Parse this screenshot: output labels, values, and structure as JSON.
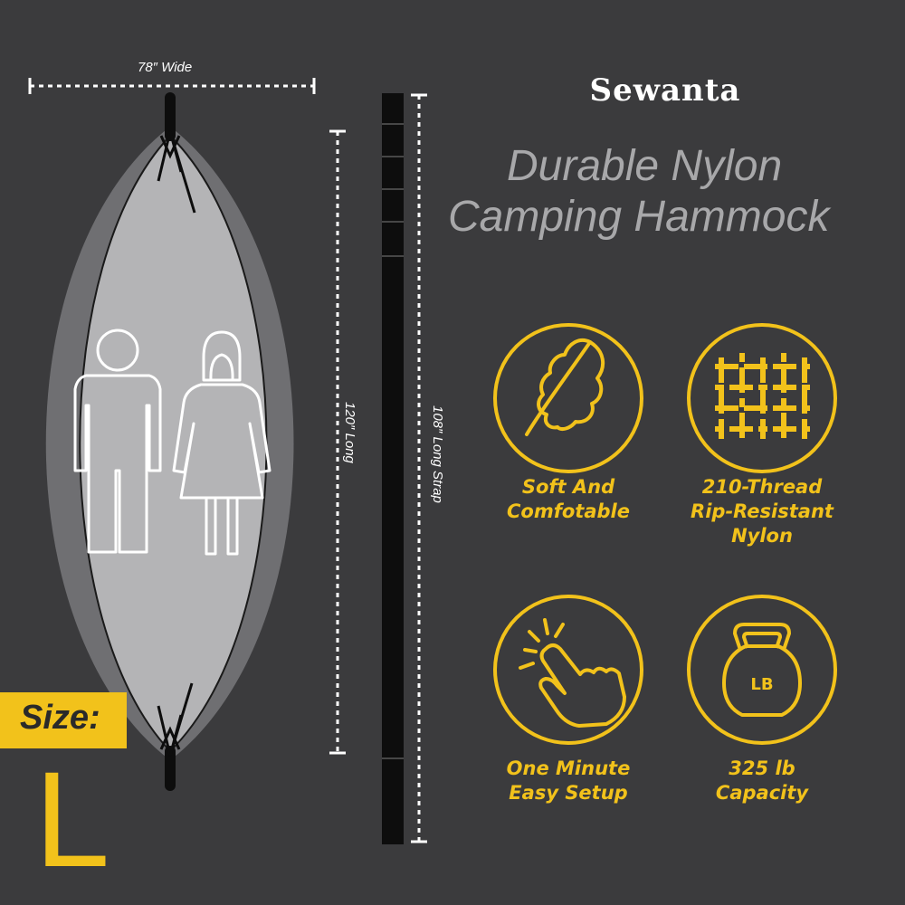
{
  "brand": {
    "name": "Sewanta"
  },
  "headline": {
    "line1": "Durable Nylon",
    "line2": "Camping Hammock"
  },
  "dimensions": {
    "width": "78″ Wide",
    "length": "120″ Long",
    "strap": "108″ Long Strap"
  },
  "size": {
    "label": "Size:",
    "value": "L"
  },
  "features": [
    {
      "icon": "feather-icon",
      "line1": "Soft And",
      "line2": "Comfotable",
      "line3": ""
    },
    {
      "icon": "weave-icon",
      "line1": "210-Thread",
      "line2": "Rip-Resistant",
      "line3": "Nylon"
    },
    {
      "icon": "pointing-hand-icon",
      "line1": "One Minute",
      "line2": "Easy Setup",
      "line3": ""
    },
    {
      "icon": "kettlebell-icon",
      "line1": "325 lb",
      "line2": "Capacity",
      "line3": ""
    }
  ],
  "kettlebell_text": "LB",
  "colors": {
    "background": "#3b3b3d",
    "accent": "#f2c21b",
    "hammock_outer": "#6f6f72",
    "hammock_inner": "#b4b4b6",
    "headline": "#a8a8aa",
    "strap": "#0d0d0d"
  }
}
